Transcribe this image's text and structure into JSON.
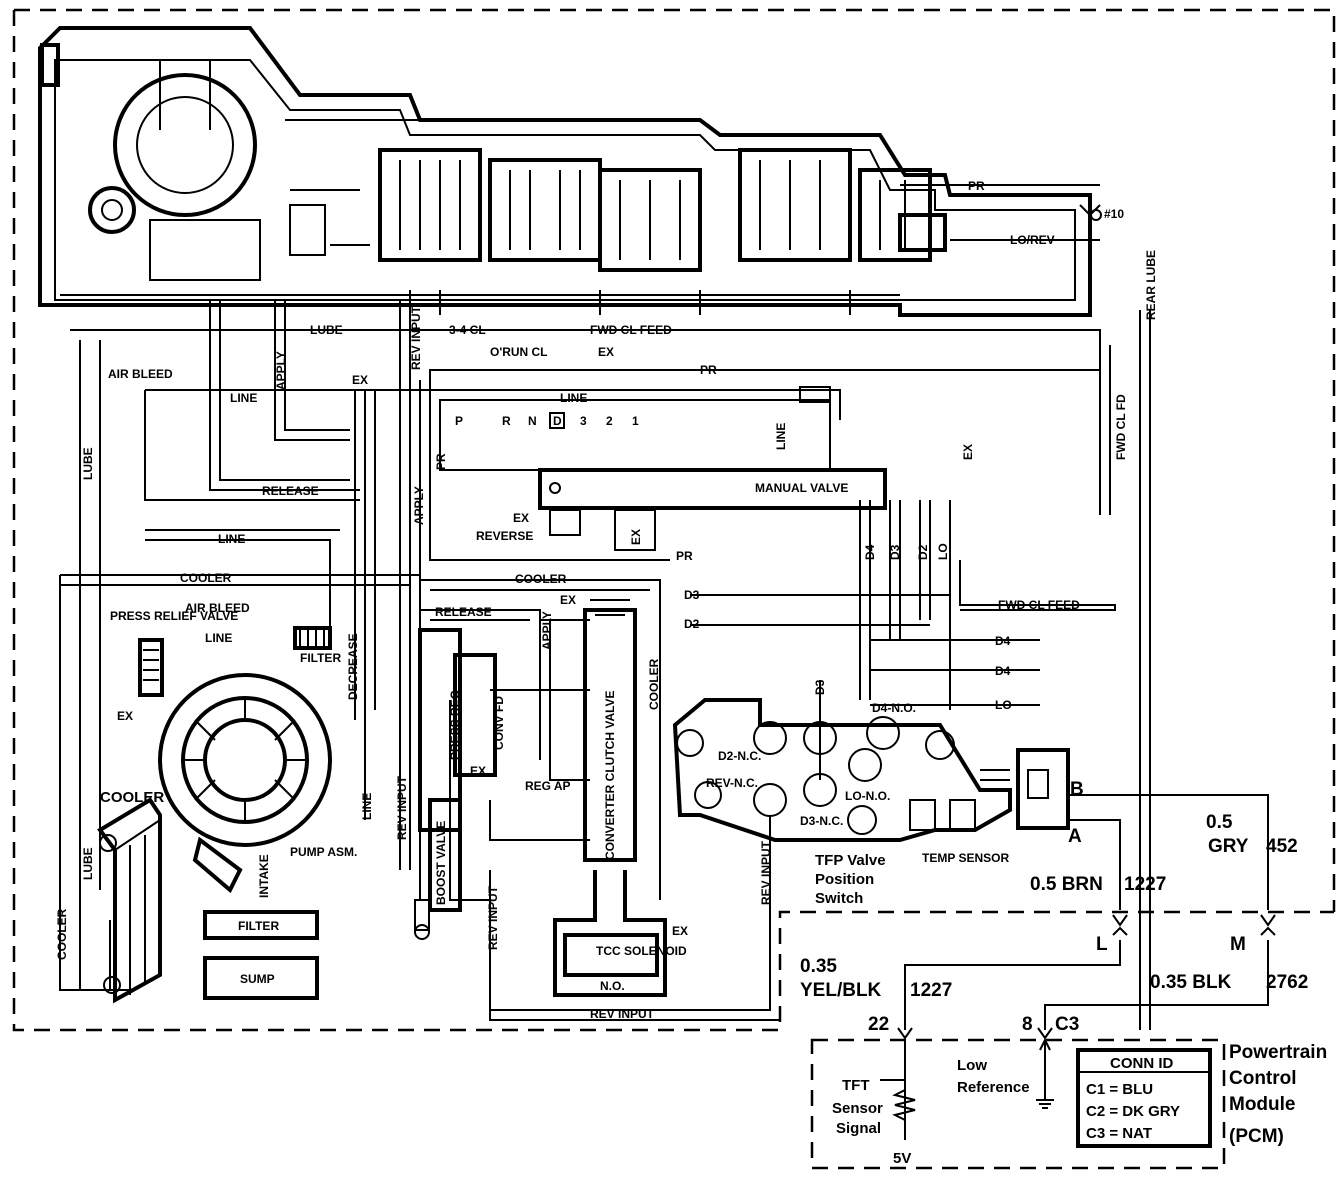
{
  "hydraulic": {
    "lube": "LUBE",
    "apply": "APPLY",
    "rev_input": "REV INPUT",
    "cl34": "3-4 CL",
    "orun_cl": "O'RUN CL",
    "ex": "EX",
    "fwd_cl_feed": "FWD CL FEED",
    "pr": "PR",
    "lo_rev": "LO/REV",
    "rear_lube": "REAR LUBE",
    "num10": "#10",
    "air_bleed": "AIR BLEED",
    "line": "LINE",
    "release": "RELEASE",
    "cooler": "COOLER",
    "fwd_cl_fd": "FWD CL FD",
    "manual_valve": "MANUAL VALVE",
    "reverse": "REVERSE",
    "press_relief_valve": "PRESS RELIEF VALVE",
    "filter": "FILTER",
    "decrease": "DECREASE",
    "pump_asm": "PUMP ASM.",
    "intake": "INTAKE",
    "sump": "SUMP",
    "press_reg": "PRESS REG",
    "boost_valve": "BOOST VALVE",
    "conv_fd": "CONV FD",
    "reg_ap": "REG AP",
    "converter_clutch_valve": "CONVERTER CLUTCH VALVE",
    "tcc_solenoid": "TCC SOLENOID",
    "no": "N.O.",
    "d3": "D3",
    "d2": "D2",
    "d4": "D4",
    "lo": "LO",
    "d2_nc": "D2-N.C.",
    "rev_nc": "REV-N.C.",
    "d3_nc": "D3-N.C.",
    "lo_nc": "LO-N.O.",
    "d4_no": "D4-N.O.",
    "temp_sensor": "TEMP SENSOR",
    "tfp_valve": "TFP Valve",
    "position": "Position",
    "switch": "Switch"
  },
  "prndl": [
    "P",
    "R",
    "N",
    "D",
    "3",
    "2",
    "1"
  ],
  "circuits": {
    "pin_b": "B",
    "pin_a": "A",
    "gry_size": "0.5",
    "gry_color": "GRY",
    "gry_circuit": "452",
    "brn_wire": "0.5 BRN",
    "brn_circuit": "1227",
    "conn_l": "L",
    "conn_m": "M",
    "yel_size": "0.35",
    "yel_color": "YEL/BLK",
    "yel_circuit": "1227",
    "blk_wire": "0.35 BLK",
    "blk_circuit": "2762",
    "pin22": "22",
    "pin8": "8",
    "c3": "C3"
  },
  "pcm": {
    "name": [
      "Powertrain",
      "Control",
      "Module",
      "(PCM)"
    ],
    "tft": [
      "TFT",
      "Sensor",
      "Signal"
    ],
    "low_ref": [
      "Low",
      "Reference"
    ],
    "v5": "5V",
    "conn_title": "CONN ID",
    "conn_rows": [
      "C1 = BLU",
      "C2 = DK GRY",
      "C3 = NAT"
    ]
  }
}
